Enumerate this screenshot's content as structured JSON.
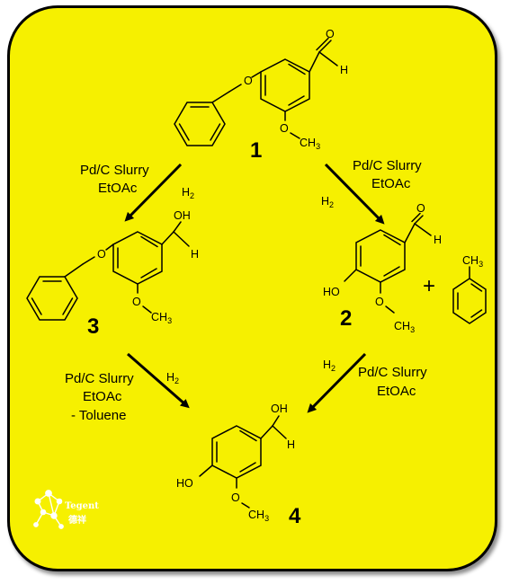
{
  "compounds": {
    "c1": {
      "number": "1",
      "aldehyde_o": "O",
      "aldehyde_h": "H",
      "ether_o": "O",
      "methoxy_o": "O",
      "methoxy_ch": "CH",
      "methoxy_sub": "3"
    },
    "c2": {
      "number": "2",
      "aldehyde_o": "O",
      "aldehyde_h": "H",
      "ho": "HO",
      "methoxy_o": "O",
      "methoxy_ch": "CH",
      "methoxy_sub": "3"
    },
    "c3": {
      "number": "3",
      "oh": "OH",
      "h": "H",
      "ether_o": "O",
      "methoxy_o": "O",
      "methoxy_ch": "CH",
      "methoxy_sub": "3"
    },
    "c4": {
      "number": "4",
      "oh": "OH",
      "h": "H",
      "ho": "HO",
      "methoxy_o": "O",
      "methoxy_ch": "CH",
      "methoxy_sub": "3"
    },
    "toluene": {
      "ch": "CH",
      "sub": "3"
    }
  },
  "plus": "+",
  "reactions": {
    "top_left": {
      "line1": "Pd/C Slurry",
      "line2": "EtOAc",
      "h": "H",
      "sub": "2"
    },
    "top_right": {
      "line1": "Pd/C Slurry",
      "line2": "EtOAc",
      "h": "H",
      "sub": "2"
    },
    "bottom_left": {
      "line1": "Pd/C Slurry",
      "line2": "EtOAc",
      "line3": "- Toluene",
      "h": "H",
      "sub": "2"
    },
    "bottom_right": {
      "line1": "Pd/C Slurry",
      "line2": "EtOAc",
      "h": "H",
      "sub": "2"
    }
  },
  "logo": {
    "name": "Tegent",
    "cn": "德祥"
  },
  "colors": {
    "background": "#f6f000",
    "ink": "#000000",
    "logo": "#ffffff"
  }
}
